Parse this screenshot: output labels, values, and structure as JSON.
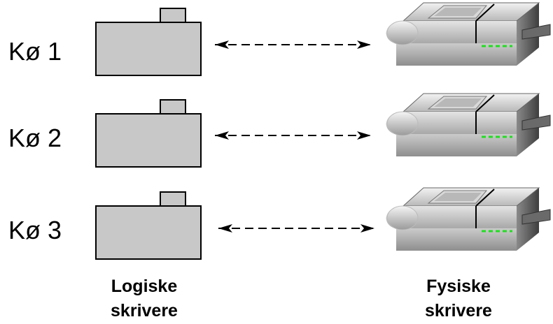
{
  "queues": [
    {
      "label": "Kø 1"
    },
    {
      "label": "Kø 2"
    },
    {
      "label": "Kø 3"
    }
  ],
  "captions": {
    "logical": {
      "line1": "Logiske",
      "line2": "skrivere"
    },
    "physical": {
      "line1": "Fysiske",
      "line2": "skrivere"
    }
  },
  "colors": {
    "logical_printer_fill": "#c8c8c8",
    "printer_body": "#c9c9c9",
    "printer_dark": "#555555",
    "led": "#22dd22"
  },
  "icons": {
    "logical_printer": "logical-printer-icon",
    "physical_printer": "physical-printer-icon",
    "arrow": "double-headed-dashed-arrow"
  }
}
